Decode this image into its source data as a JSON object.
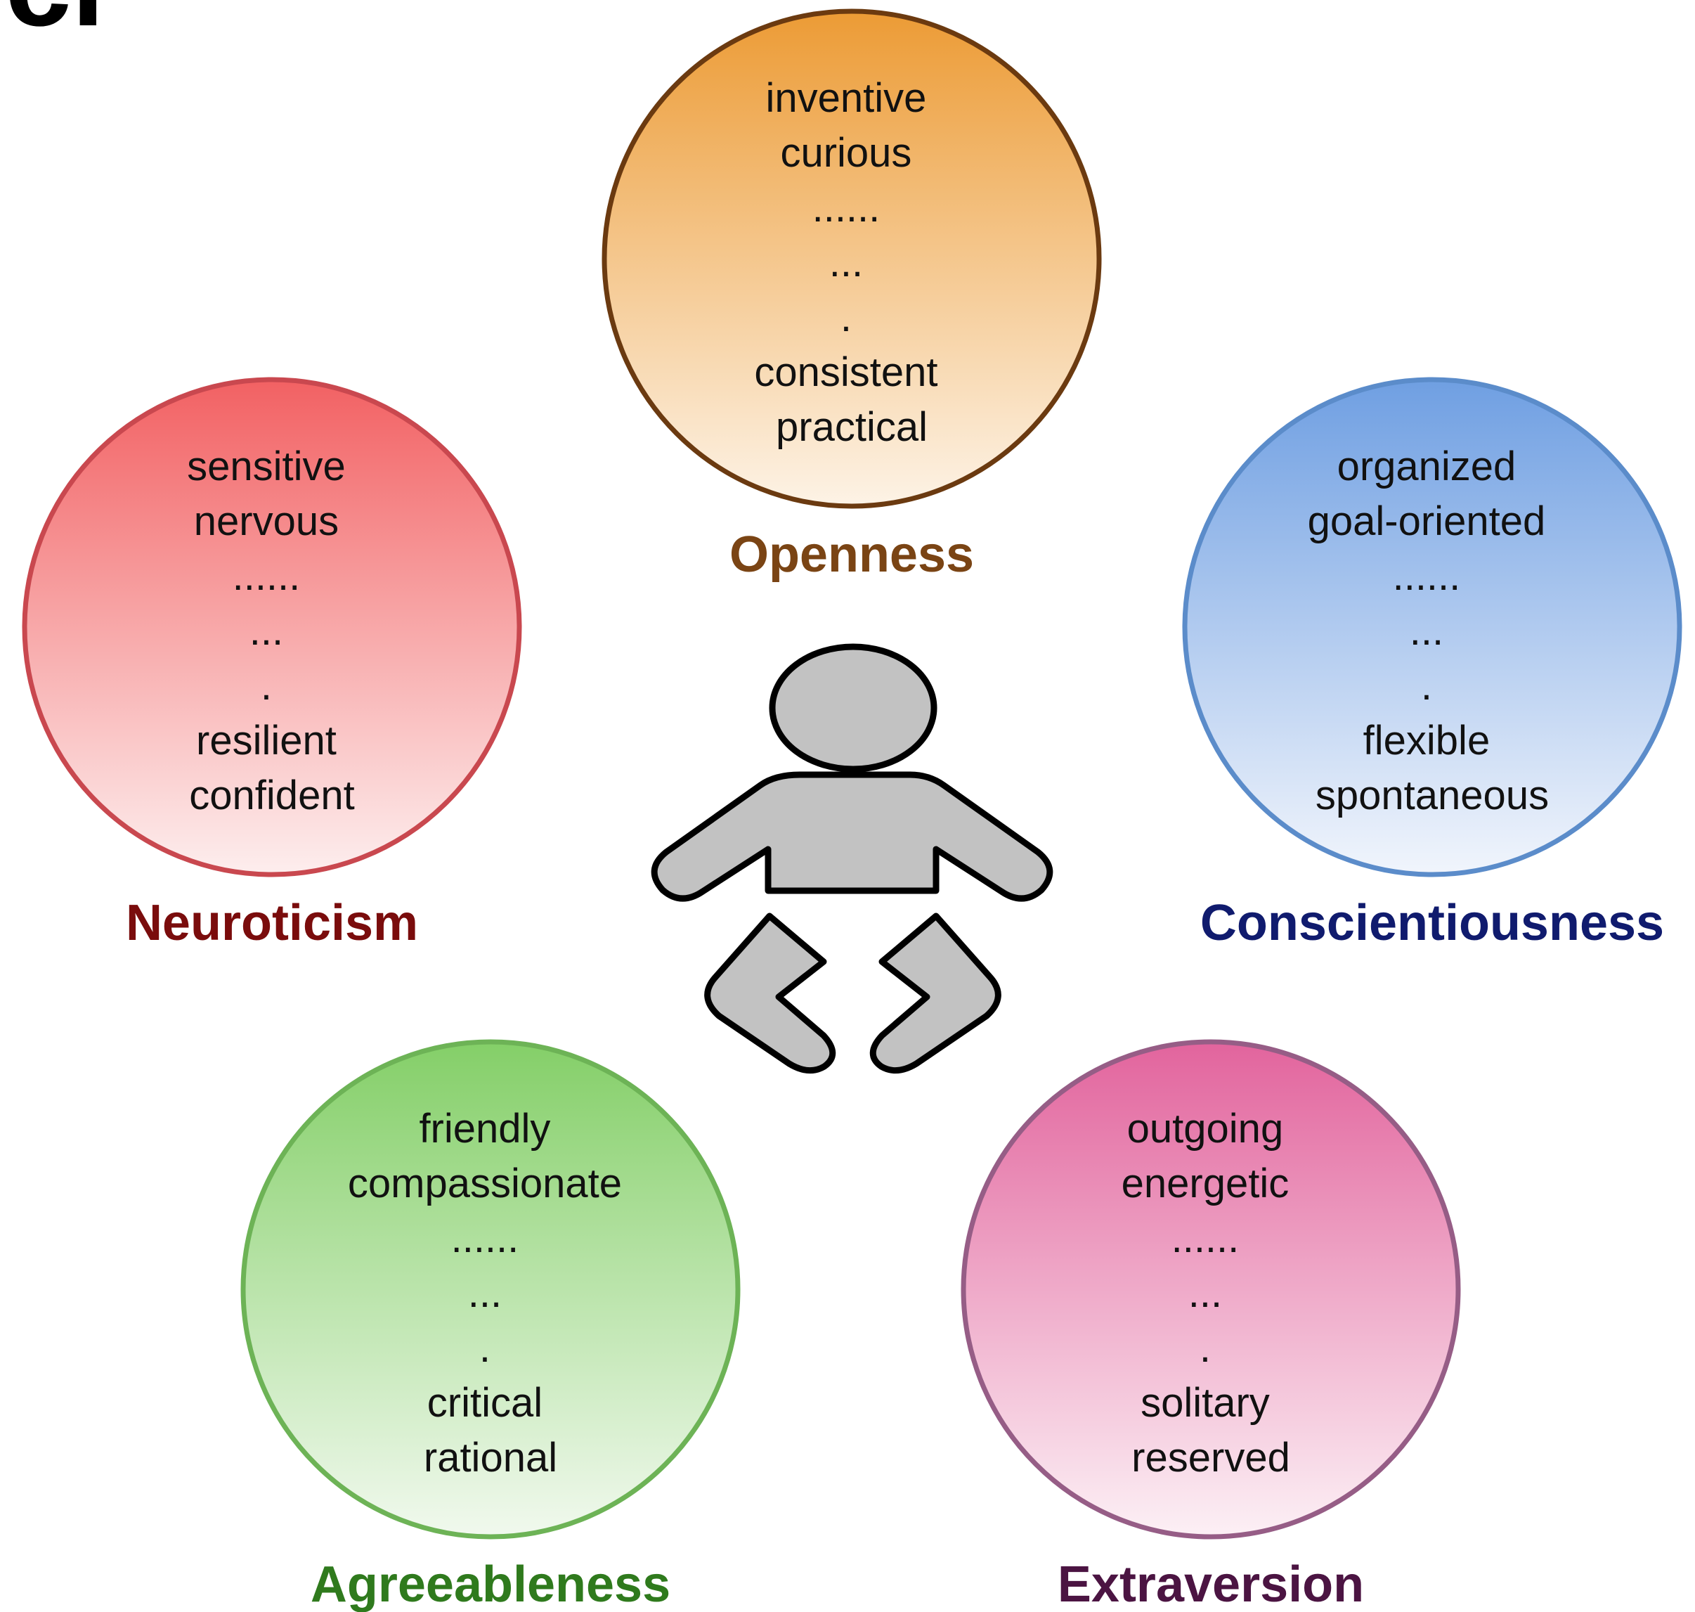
{
  "header_fragment": "Ici",
  "traits": [
    {
      "id": "openness",
      "label": "Openness",
      "words": [
        "inventive",
        "curious",
        "......",
        "...",
        ".",
        "consistent",
        "practical"
      ],
      "colors": {
        "fill_top": "#ec9b35",
        "fill_bottom": "#fdf3e6",
        "stroke": "#6b3a10",
        "label": "#7a4414"
      }
    },
    {
      "id": "neuroticism",
      "label": "Neuroticism",
      "words": [
        "sensitive",
        "nervous",
        "......",
        "...",
        ".",
        "resilient",
        "confident"
      ],
      "colors": {
        "fill_top": "#f26163",
        "fill_bottom": "#fdeeee",
        "stroke": "#c9484f",
        "label": "#7a0c0c"
      }
    },
    {
      "id": "conscientiousness",
      "label": "Conscientiousness",
      "words": [
        "organized",
        "goal-oriented",
        "......",
        "...",
        ".",
        "flexible",
        "spontaneous"
      ],
      "colors": {
        "fill_top": "#6f9fe2",
        "fill_bottom": "#f1f5fc",
        "stroke": "#5b8cca",
        "label": "#101b6e"
      }
    },
    {
      "id": "agreeableness",
      "label": "Agreeableness",
      "words": [
        "friendly",
        "compassionate",
        "......",
        "...",
        ".",
        "critical",
        "rational"
      ],
      "colors": {
        "fill_top": "#84cf68",
        "fill_bottom": "#f1f9ee",
        "stroke": "#6db356",
        "label": "#2f7a1d"
      }
    },
    {
      "id": "extraversion",
      "label": "Extraversion",
      "words": [
        "outgoing",
        "energetic",
        "......",
        "...",
        ".",
        "solitary",
        "reserved"
      ],
      "colors": {
        "fill_top": "#e2649d",
        "fill_bottom": "#fcf0f5",
        "stroke": "#965d86",
        "label": "#4b1442"
      }
    }
  ],
  "figure": {
    "icon": "baby-icon",
    "fill": "#c2c2c2",
    "stroke": "#000000"
  }
}
